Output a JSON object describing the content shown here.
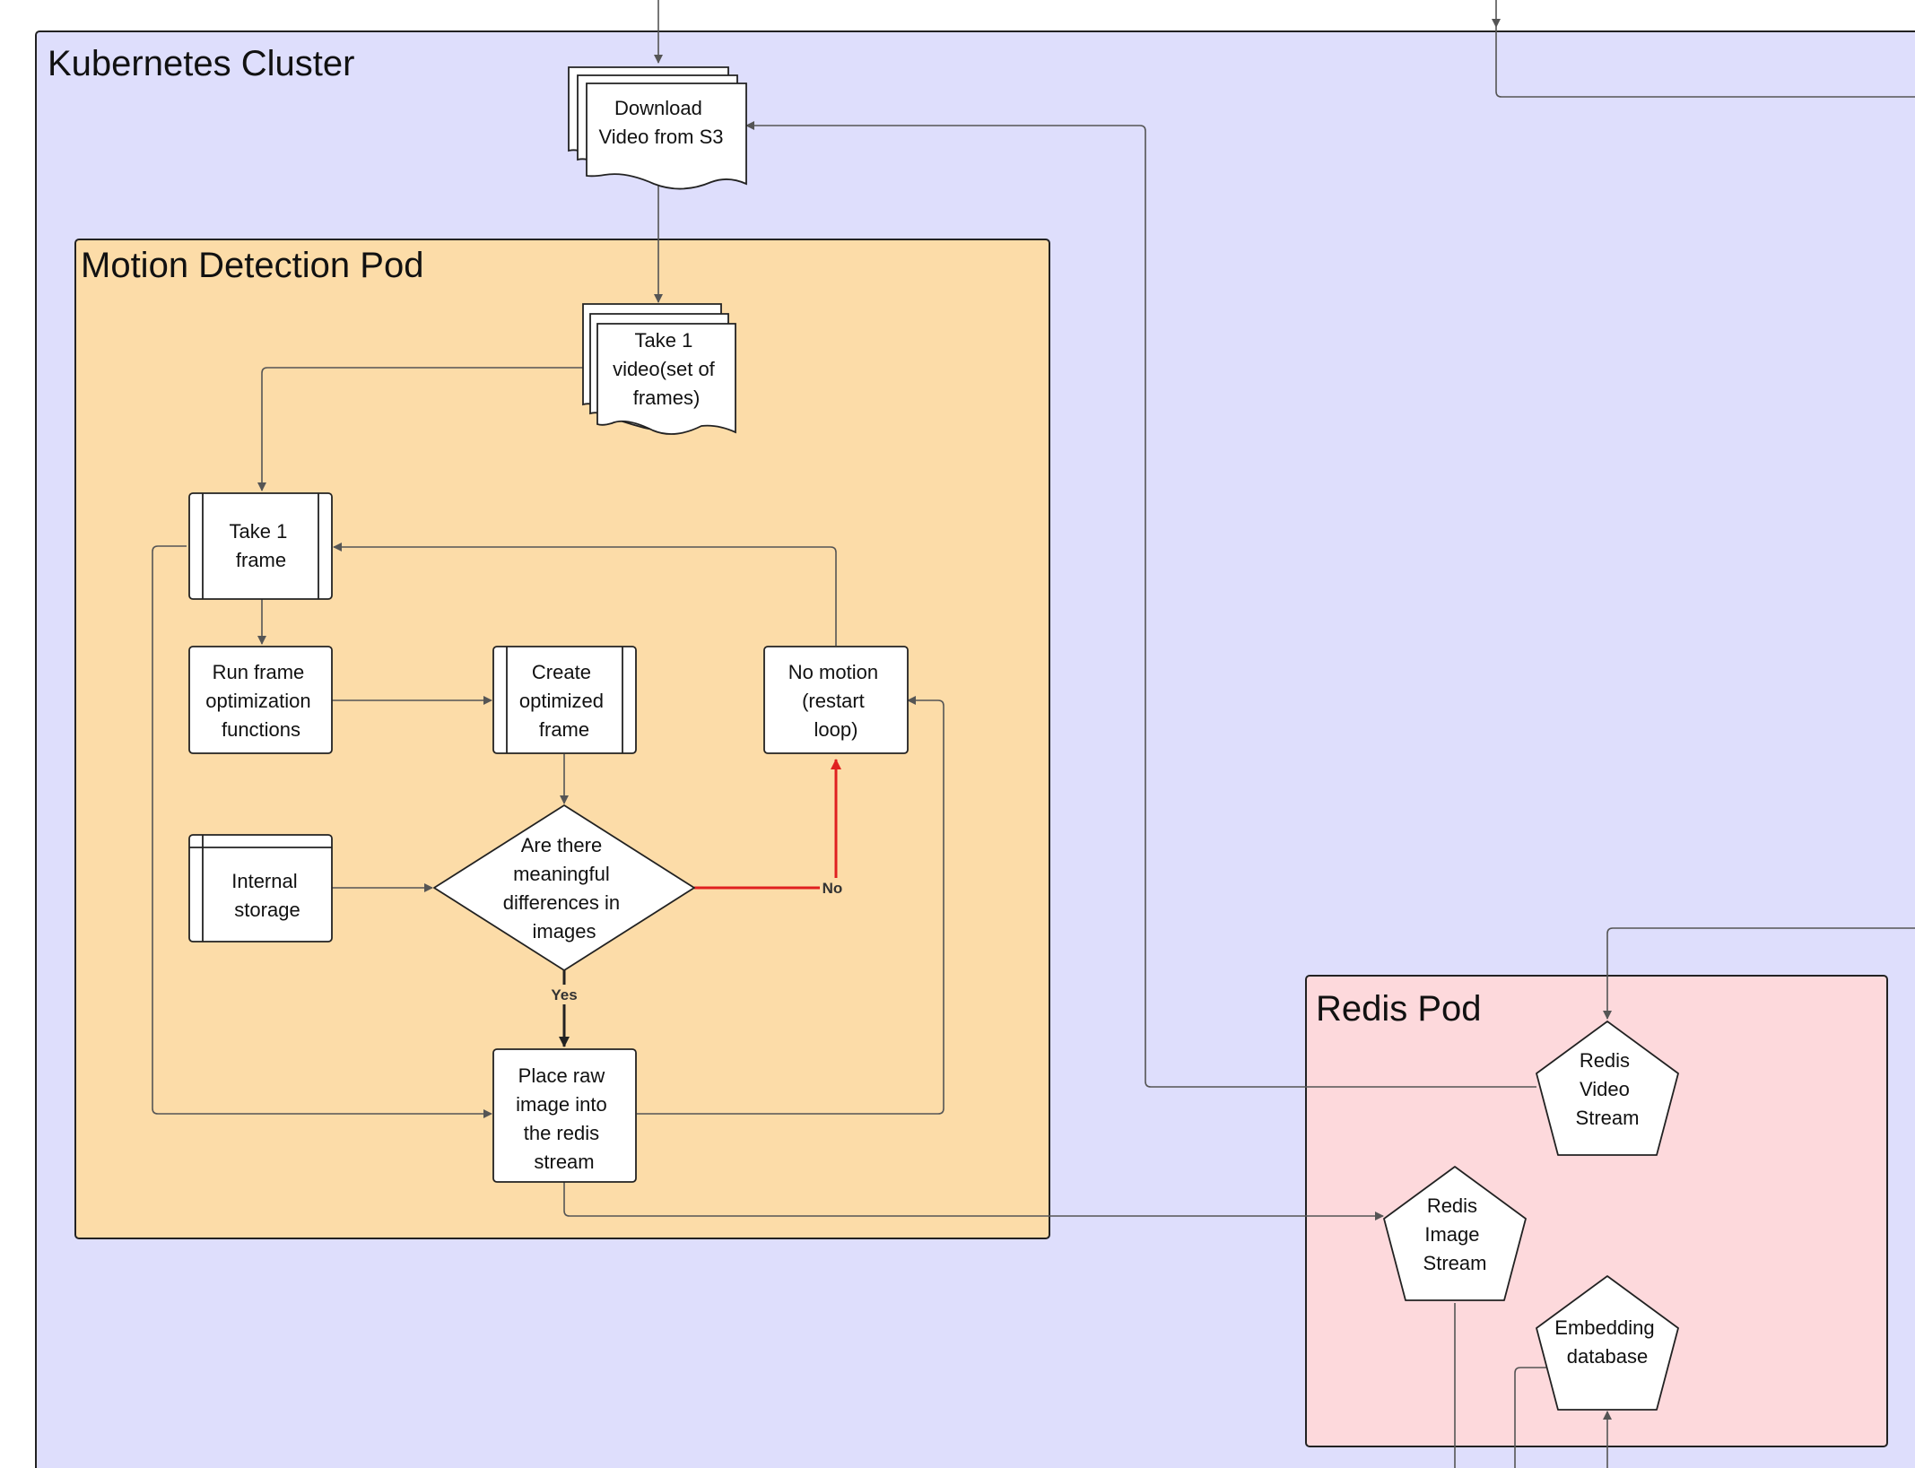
{
  "containers": {
    "cluster": "Kubernetes Cluster",
    "motion_pod": "Motion Detection Pod",
    "redis_pod": "Redis Pod"
  },
  "nodes": {
    "download_video": [
      "Download",
      "Video from S3"
    ],
    "take_video": [
      "Take 1",
      "video(set of",
      "frames)"
    ],
    "take_frame": [
      "Take 1",
      "frame"
    ],
    "run_optimization": [
      "Run frame",
      "optimization",
      "functions"
    ],
    "create_optimized": [
      "Create",
      "optimized",
      "frame"
    ],
    "no_motion": [
      "No motion",
      "(restart",
      "loop)"
    ],
    "internal_storage": [
      "Internal",
      "storage"
    ],
    "decision": [
      "Are there",
      "meaningful",
      "differences in",
      "images"
    ],
    "place_raw": [
      "Place raw",
      "image into",
      "the redis",
      "stream"
    ],
    "redis_video_stream": [
      "Redis",
      "Video",
      "Stream"
    ],
    "redis_image_stream": [
      "Redis",
      "Image",
      "Stream"
    ],
    "embedding_db": [
      "Embedding",
      "database"
    ]
  },
  "edge_labels": {
    "no": "No",
    "yes": "Yes"
  },
  "colors": {
    "cluster_fill": "#DEDEFC",
    "motion_pod_fill": "#FCDCA8",
    "redis_pod_fill": "#FDD9DC",
    "no_edge": "#E02020"
  }
}
